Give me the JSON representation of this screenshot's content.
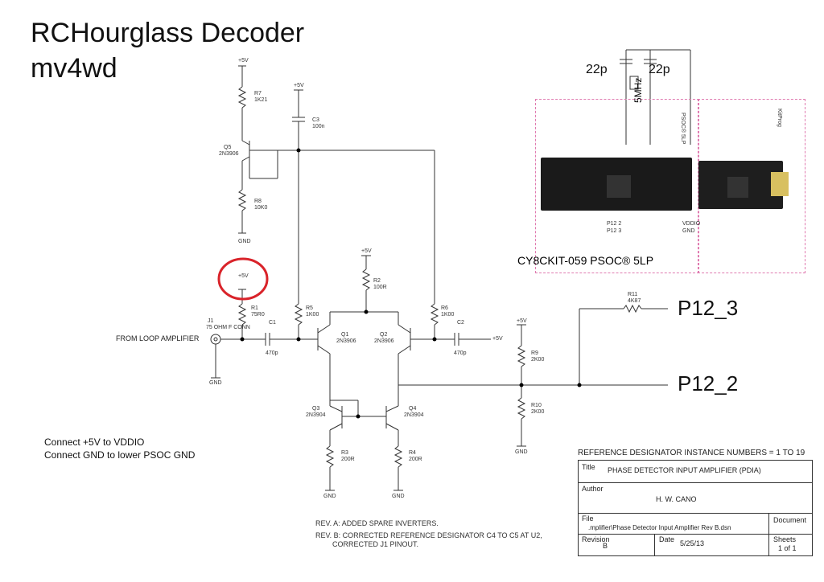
{
  "title": {
    "line1": "RCHourglass Decoder",
    "line2": "mv4wd"
  },
  "board": {
    "name": "CY8CKIT-059 PSOC® 5LP",
    "crystal": "5MHz",
    "cap_left": "22p",
    "cap_right": "22p",
    "edge_label": "PSOC® 5LP",
    "kitprog_label": "KitProg",
    "pin_labels": [
      "P12 2",
      "P12 3",
      "VDDIO",
      "GND"
    ]
  },
  "outputs": {
    "p12_3": "P12_3",
    "p12_2": "P12_2"
  },
  "notes": [
    "Connect +5V to VDDIO",
    "Connect GND to lower PSOC GND"
  ],
  "revisions": [
    "REV. A:  ADDED SPARE INVERTERS.",
    "REV. B:  CORRECTED REFERENCE DESIGNATOR C4 TO C5 AT U2,",
    "CORRECTED J1 PINOUT."
  ],
  "title_block": {
    "header": "REFERENCE DESIGNATOR INSTANCE NUMBERS = 1 TO 19",
    "title_label": "Title",
    "title_value": "PHASE DETECTOR INPUT AMPLIFIER (PDIA)",
    "author_label": "Author",
    "author_value": "H. W. CANO",
    "file_label": "File",
    "file_value": ".mplifier\\Phase Detector Input Amplifier Rev B.dsn",
    "document_label": "Document",
    "revision_label": "Revision",
    "revision_value": "B",
    "date_label": "Date",
    "date_value": "5/25/13",
    "sheets_label": "Sheets",
    "sheets_value": "1 of 1"
  },
  "schematic": {
    "vcc": "+5V",
    "gnd": "GND",
    "input_label": "FROM LOOP AMPLIFIER",
    "j1": "J1",
    "j1_desc": "75 OHM F CONN",
    "components": {
      "r7": {
        "ref": "R7",
        "val": "1K21"
      },
      "c3": {
        "ref": "C3",
        "val": "100n"
      },
      "q5": {
        "ref": "Q5",
        "val": "2N3906"
      },
      "r8": {
        "ref": "R8",
        "val": "10K0"
      },
      "r2": {
        "ref": "R2",
        "val": "100R"
      },
      "r1": {
        "ref": "R1",
        "val": "75R0"
      },
      "c1": {
        "ref": "C1",
        "val": "470p"
      },
      "r5": {
        "ref": "R5",
        "val": "1K00"
      },
      "q1": {
        "ref": "Q1",
        "val": "2N3906"
      },
      "q2": {
        "ref": "Q2",
        "val": "2N3906"
      },
      "r6": {
        "ref": "R6",
        "val": "1K00"
      },
      "c2": {
        "ref": "C2",
        "val": "470p"
      },
      "r11": {
        "ref": "R11",
        "val": "4K87"
      },
      "r9": {
        "ref": "R9",
        "val": "2K00"
      },
      "r10": {
        "ref": "R10",
        "val": "2K00"
      },
      "q3": {
        "ref": "Q3",
        "val": "2N3904"
      },
      "q4": {
        "ref": "Q4",
        "val": "2N3904"
      },
      "r3": {
        "ref": "R3",
        "val": "200R"
      },
      "r4": {
        "ref": "R4",
        "val": "200R"
      }
    }
  }
}
